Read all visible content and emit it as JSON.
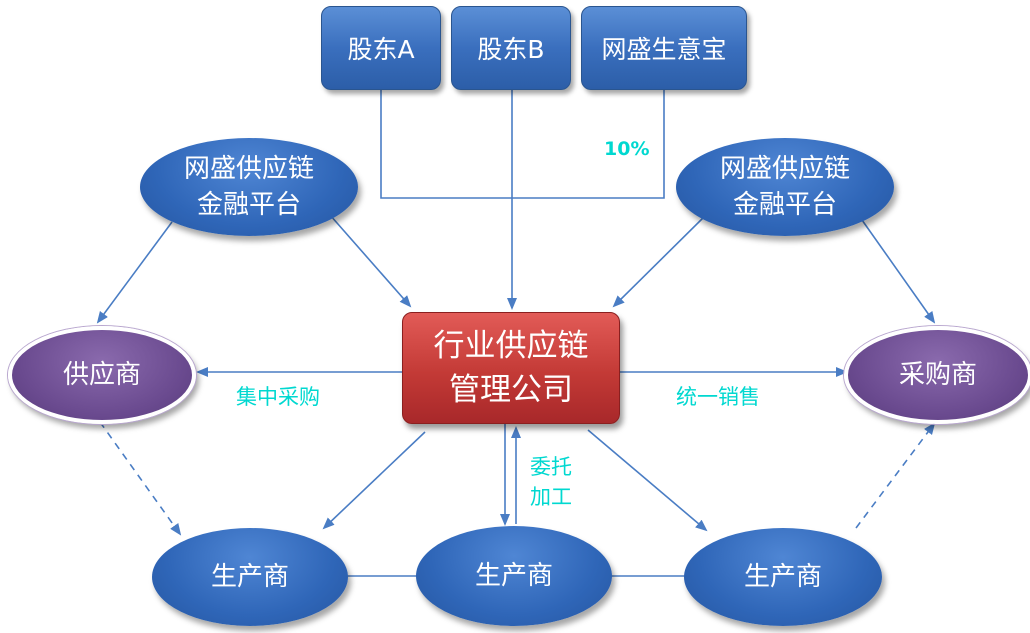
{
  "shareholders": {
    "a": "股东A",
    "b": "股东B",
    "c": "网盛生意宝"
  },
  "share_label": "10%",
  "finance_left": "网盛供应链\n金融平台",
  "finance_right": "网盛供应链\n金融平台",
  "center": "行业供应链\n管理公司",
  "supplier": "供应商",
  "purchaser": "采购商",
  "producers": [
    "生产商",
    "生产商",
    "生产商"
  ],
  "labels": {
    "central_purchase": "集中采购",
    "unified_sales": "统一销售",
    "entrusted_processing": "委托\n加工"
  },
  "colors": {
    "blue": "#2f66b8",
    "purple": "#6a4a8f",
    "red": "#c33a36",
    "label": "#00d8d0",
    "line": "#4a7dc4"
  }
}
